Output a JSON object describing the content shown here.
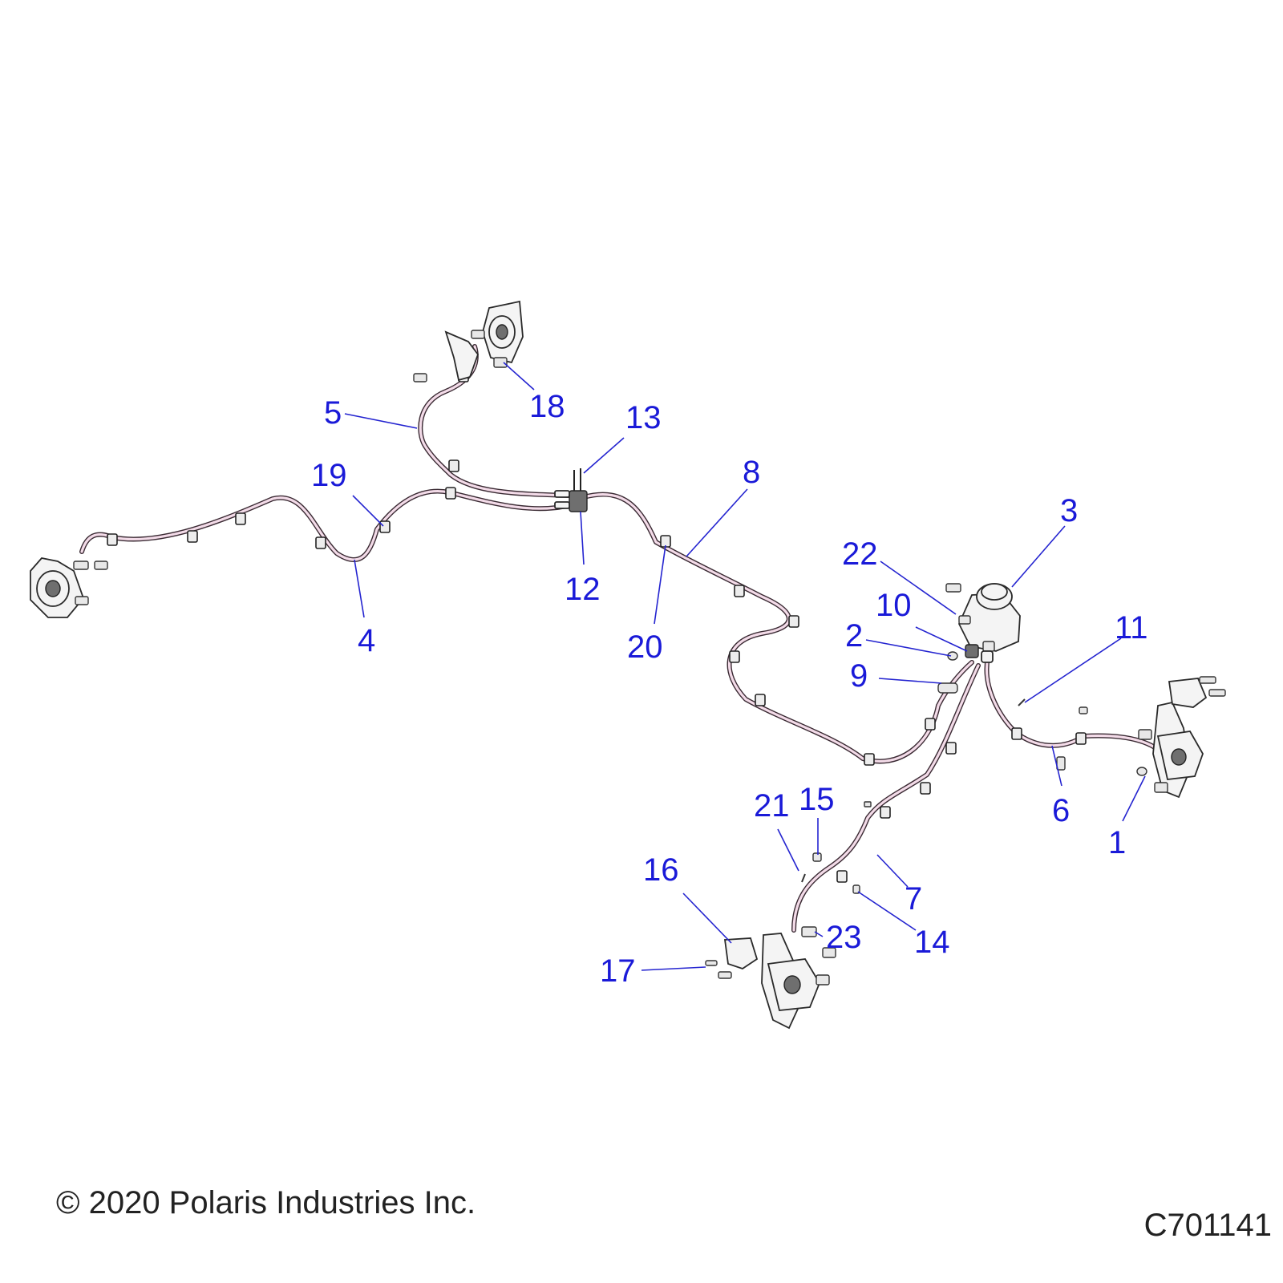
{
  "callouts": {
    "c1": "1",
    "c2": "2",
    "c3": "3",
    "c4": "4",
    "c5": "5",
    "c6": "6",
    "c7": "7",
    "c8": "8",
    "c9": "9",
    "c10": "10",
    "c11": "11",
    "c12": "12",
    "c13": "13",
    "c14": "14",
    "c15": "15",
    "c16": "16",
    "c17": "17",
    "c18": "18",
    "c19": "19",
    "c20": "20",
    "c21": "21",
    "c22": "22",
    "c23": "23"
  },
  "footer": {
    "copyright": "© 2020 Polaris Industries Inc.",
    "diagram_id": "C701141"
  },
  "colors": {
    "callout": "#1a1ad8",
    "brake_line": "#f3dbe8",
    "outline": "#2a2a2a"
  }
}
